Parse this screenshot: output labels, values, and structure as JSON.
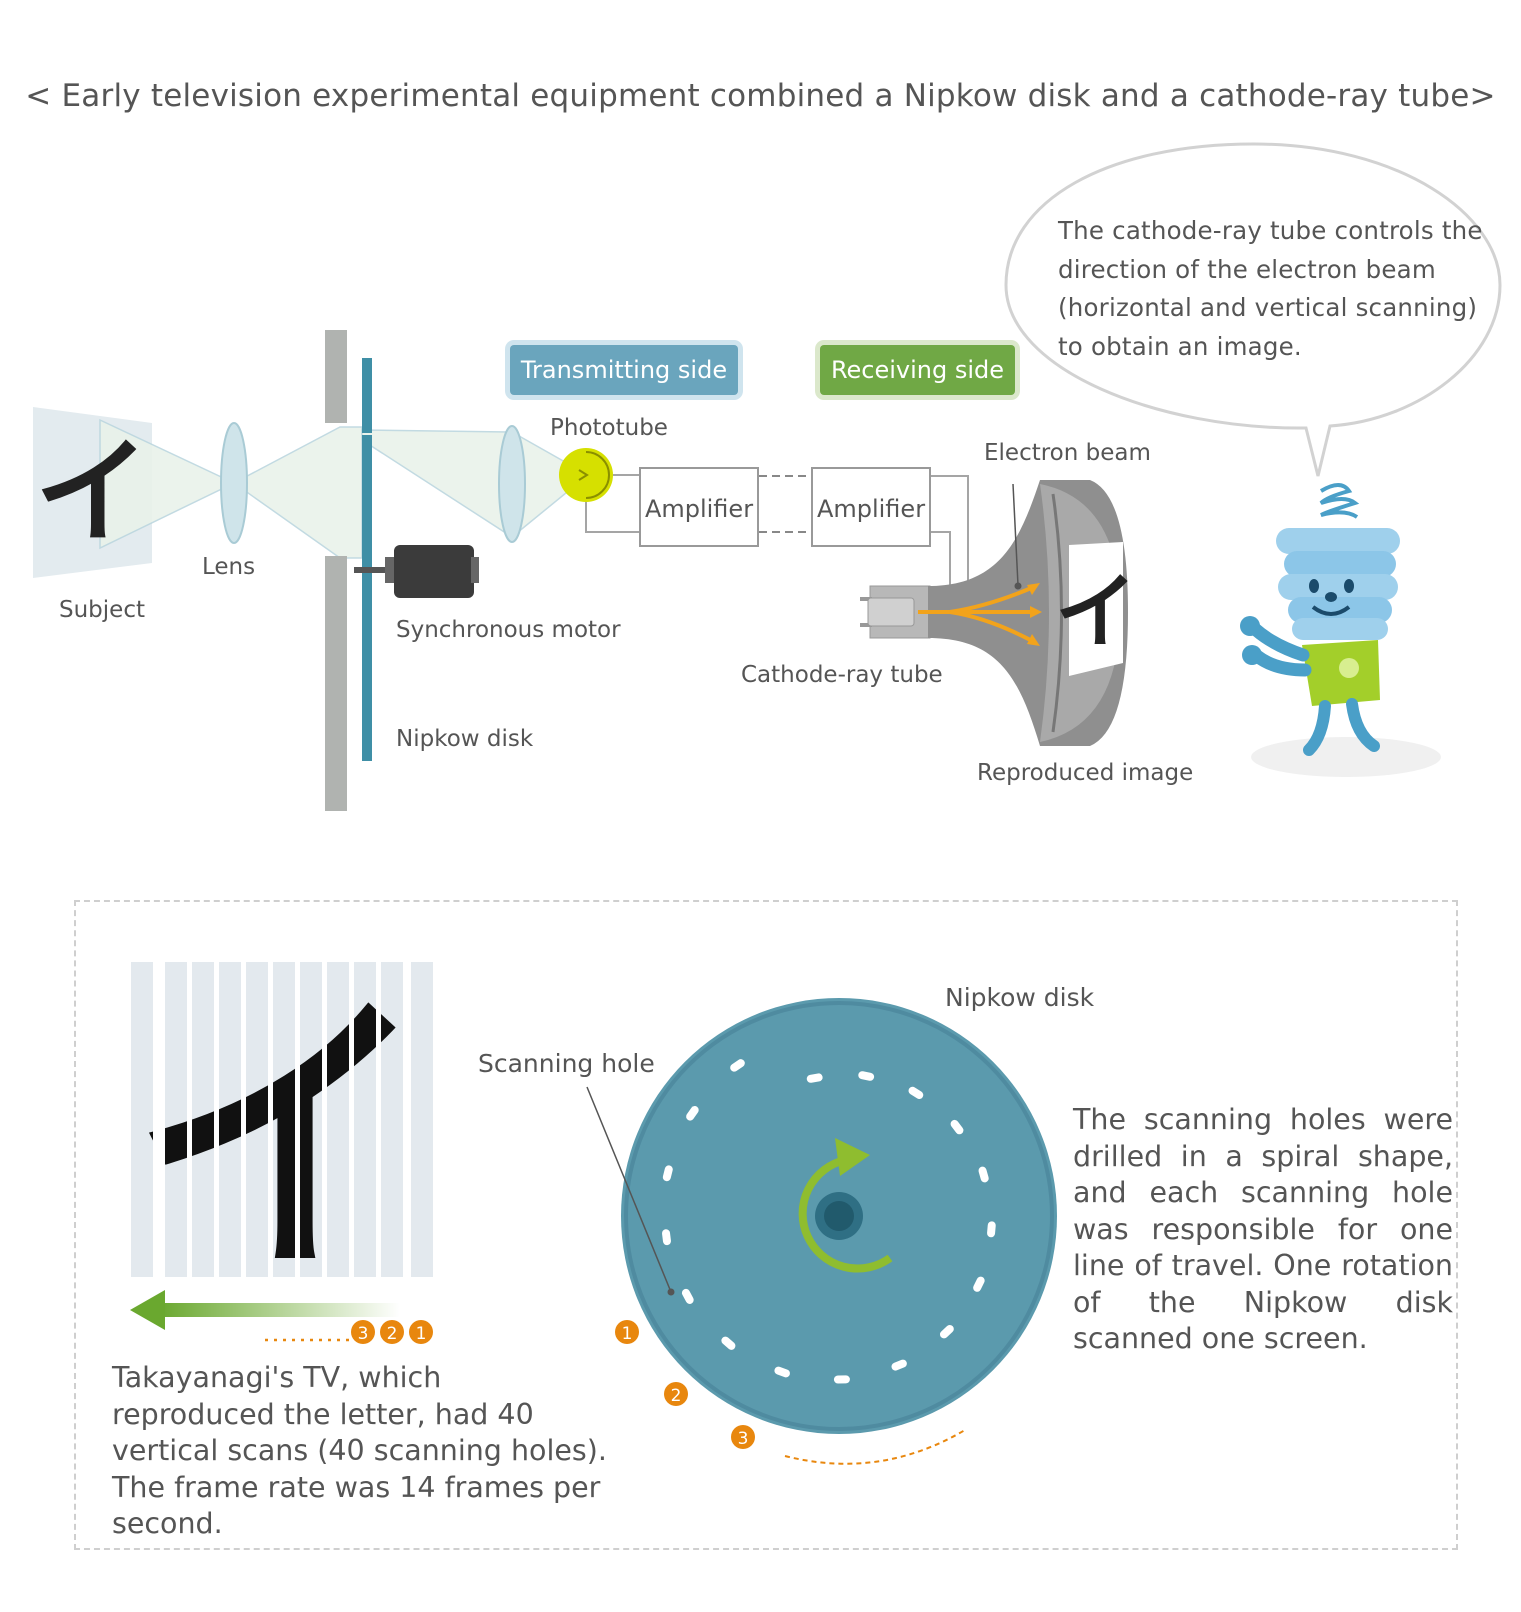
{
  "title": "< Early television experimental equipment combined a Nipkow disk and a cathode-ray tube>",
  "badges": {
    "transmitting": "Transmitting side",
    "receiving": "Receiving side"
  },
  "labels": {
    "subject": "Subject",
    "lens": "Lens",
    "phototube": "Phototube",
    "amplifier_tx": "Amplifier",
    "amplifier_rx": "Amplifier",
    "electron_beam": "Electron beam",
    "synchronous_motor": "Synchronous motor",
    "cathode_ray_tube": "Cathode-ray tube",
    "nipkow_disk_top": "Nipkow disk",
    "reproduced_image": "Reproduced image",
    "nipkow_disk_bottom": "Nipkow disk",
    "scanning_hole": "Scanning hole"
  },
  "subject_glyph": "イ",
  "speech_bubble": "The cathode-ray tube controls the direction of the electron beam (horizontal and vertical scanning) to obtain an image.",
  "scan_markers": [
    "3",
    "2",
    "1"
  ],
  "disk_markers": [
    "1",
    "2",
    "3"
  ],
  "caption_left": "Takayanagi's TV, which reproduced the letter, had 40 vertical scans (40 scanning holes). The frame rate was 14 frames per second.",
  "caption_right": "The scanning holes were drilled in a spiral shape, and each scanning hole was responsible for one line of travel. One rotation of the Nipkow disk scanned one screen.",
  "colors": {
    "disk": "#5b9aad",
    "transmitting": "#6aa5bd",
    "receiving": "#70a845",
    "marker": "#e8870e",
    "phototube": "#d6e000"
  }
}
